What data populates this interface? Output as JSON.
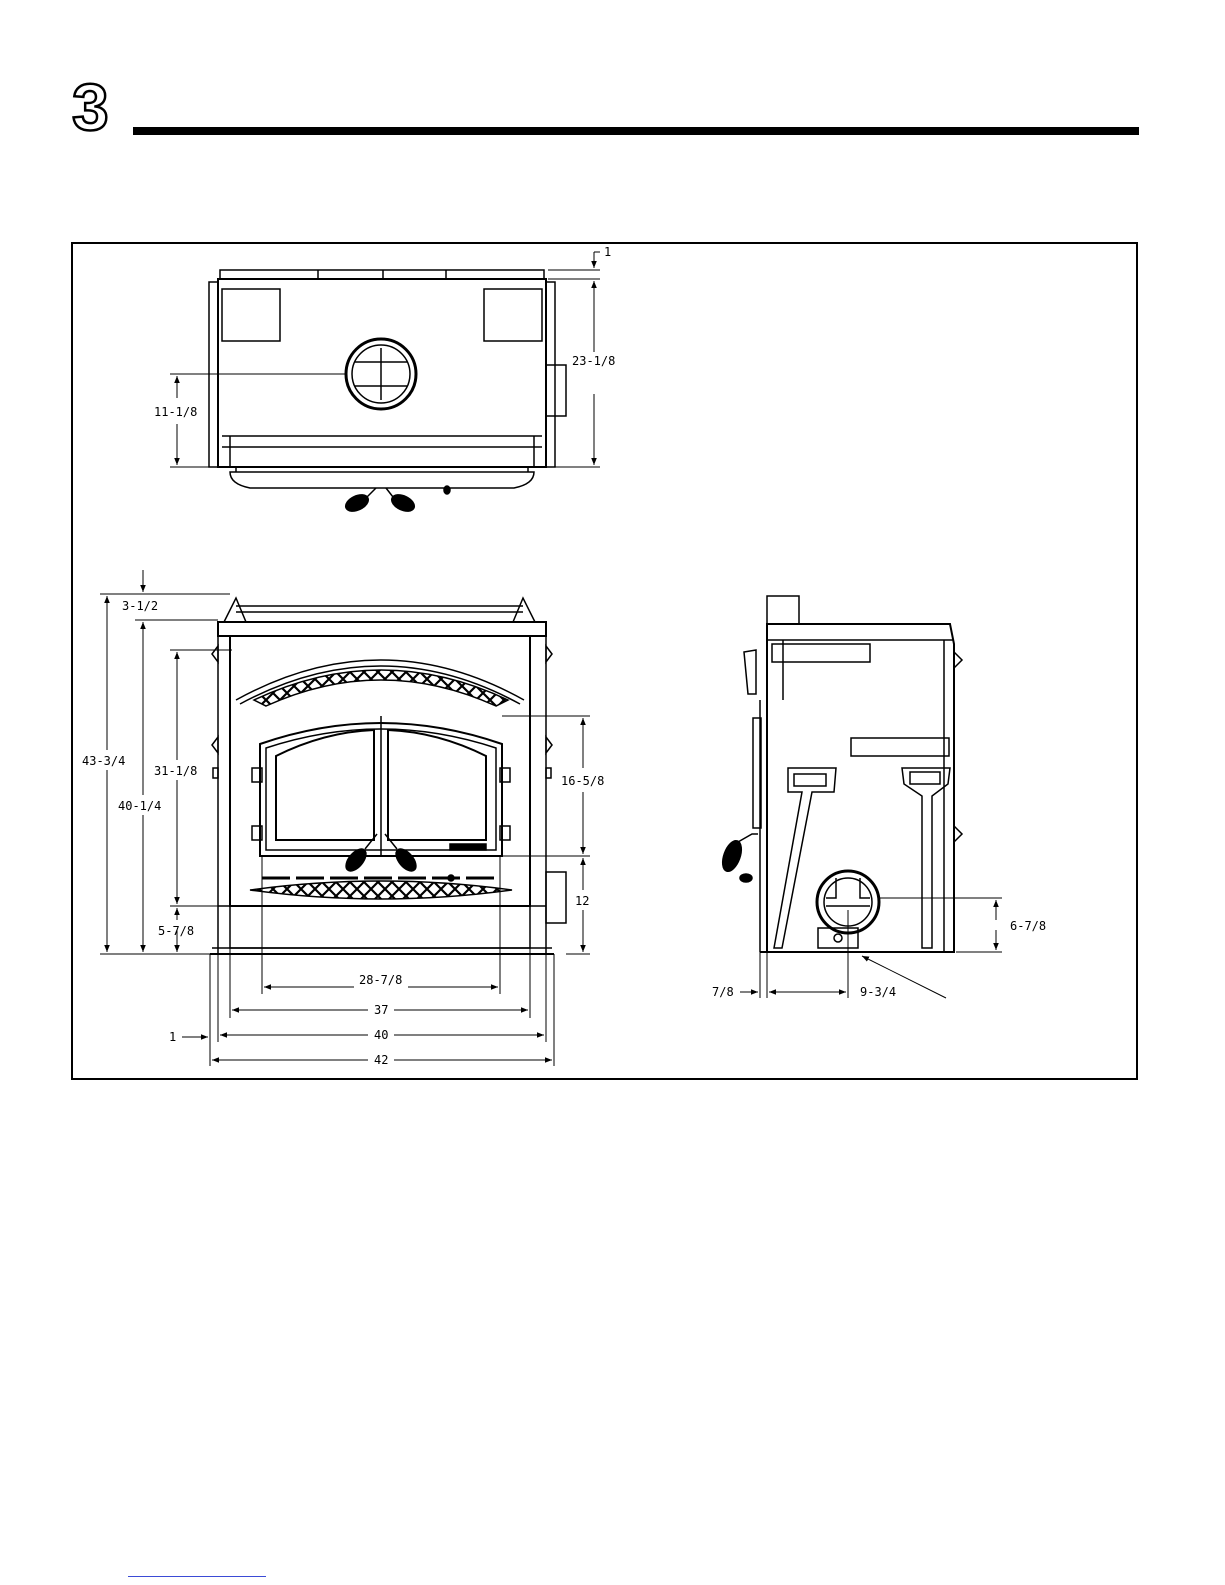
{
  "header": {
    "section_number": "3"
  },
  "dimensions": {
    "top_view": {
      "top_offset": "1",
      "depth": "23-1/8",
      "flue_center_from_front": "11-1/8"
    },
    "front_view": {
      "overall_height": "43-3/4",
      "body_height": "40-1/4",
      "top_extension": "3-1/2",
      "surround_height": "31-1/8",
      "door_height": "16-5/8",
      "door_bottom_height": "12",
      "base_height": "5-7/8",
      "door_width": "28-7/8",
      "inner_width": "37",
      "body_width": "40",
      "overall_width": "42",
      "side_offset": "1"
    },
    "side_view": {
      "inlet_height": "6-7/8",
      "front_offset": "7/8",
      "inlet_from_front": "9-3/4"
    }
  },
  "colors": {
    "line": "#000000",
    "background": "#ffffff",
    "footer_link": "#3b4bd6"
  }
}
